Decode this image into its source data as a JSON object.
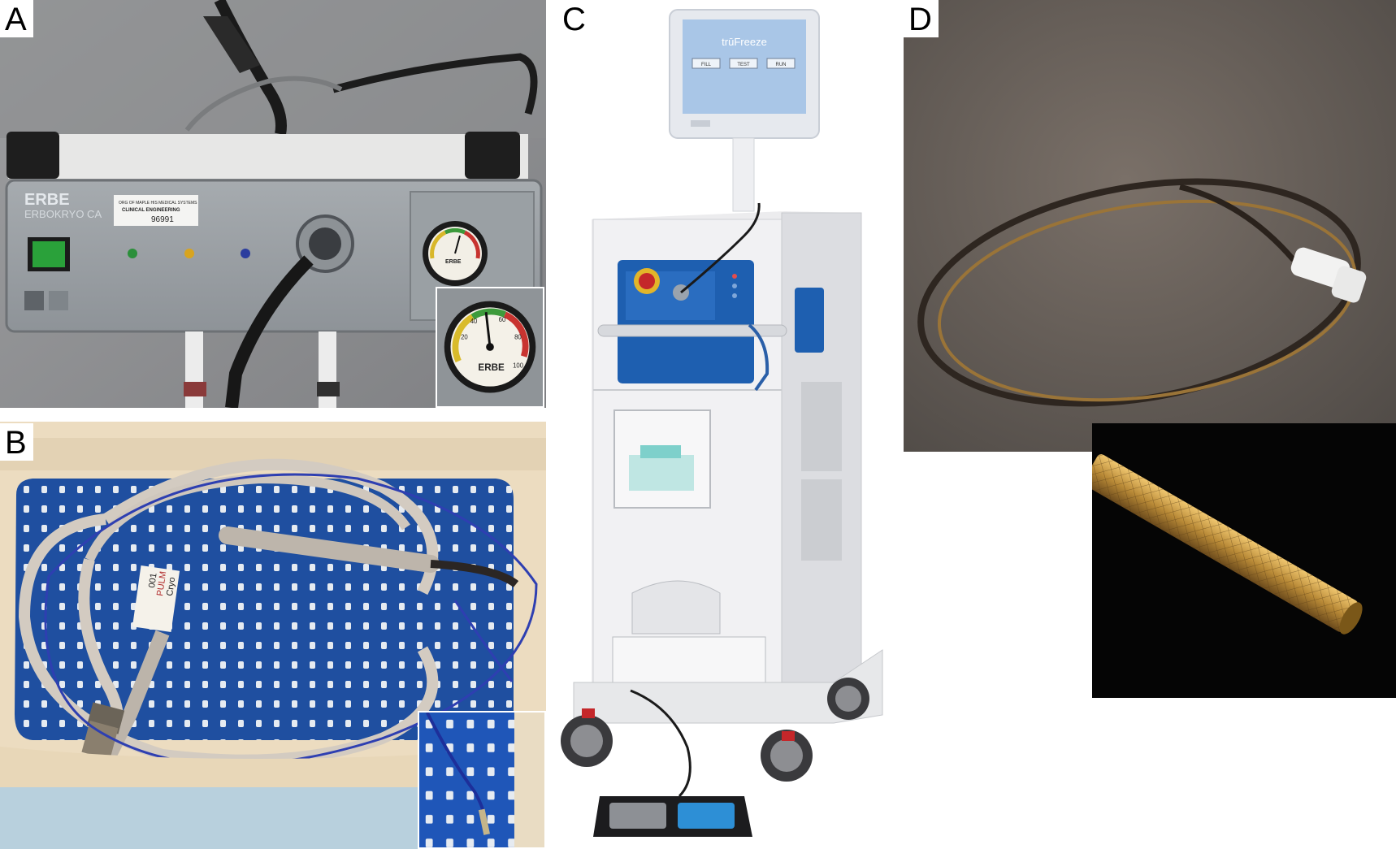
{
  "figure": {
    "background": "#ffffff",
    "panels": [
      {
        "id": "A",
        "label": "A",
        "device_brand": "ERBE",
        "device_model": "ERBOKRYO CA",
        "asset_tag_line1": "ORG OF MAPLE HIS MEDICAL SYSTEMS",
        "asset_tag_line2": "CLINICAL ENGINEERING",
        "asset_number": "96991",
        "gauge_brand": "ERBE",
        "gauge_scale": [
          "20",
          "40",
          "60",
          "80",
          "100"
        ],
        "inset_gauge_brand": "ERBE"
      },
      {
        "id": "B",
        "label": "B",
        "tag_text_1": "PULM",
        "tag_text_2": "Cryo",
        "tag_text_3": "001"
      },
      {
        "id": "C",
        "label": "C",
        "screen_brand": "trūFreeze",
        "screen_buttons": [
          "FILL",
          "TEST",
          "RUN"
        ]
      },
      {
        "id": "D",
        "label": "D"
      }
    ]
  }
}
